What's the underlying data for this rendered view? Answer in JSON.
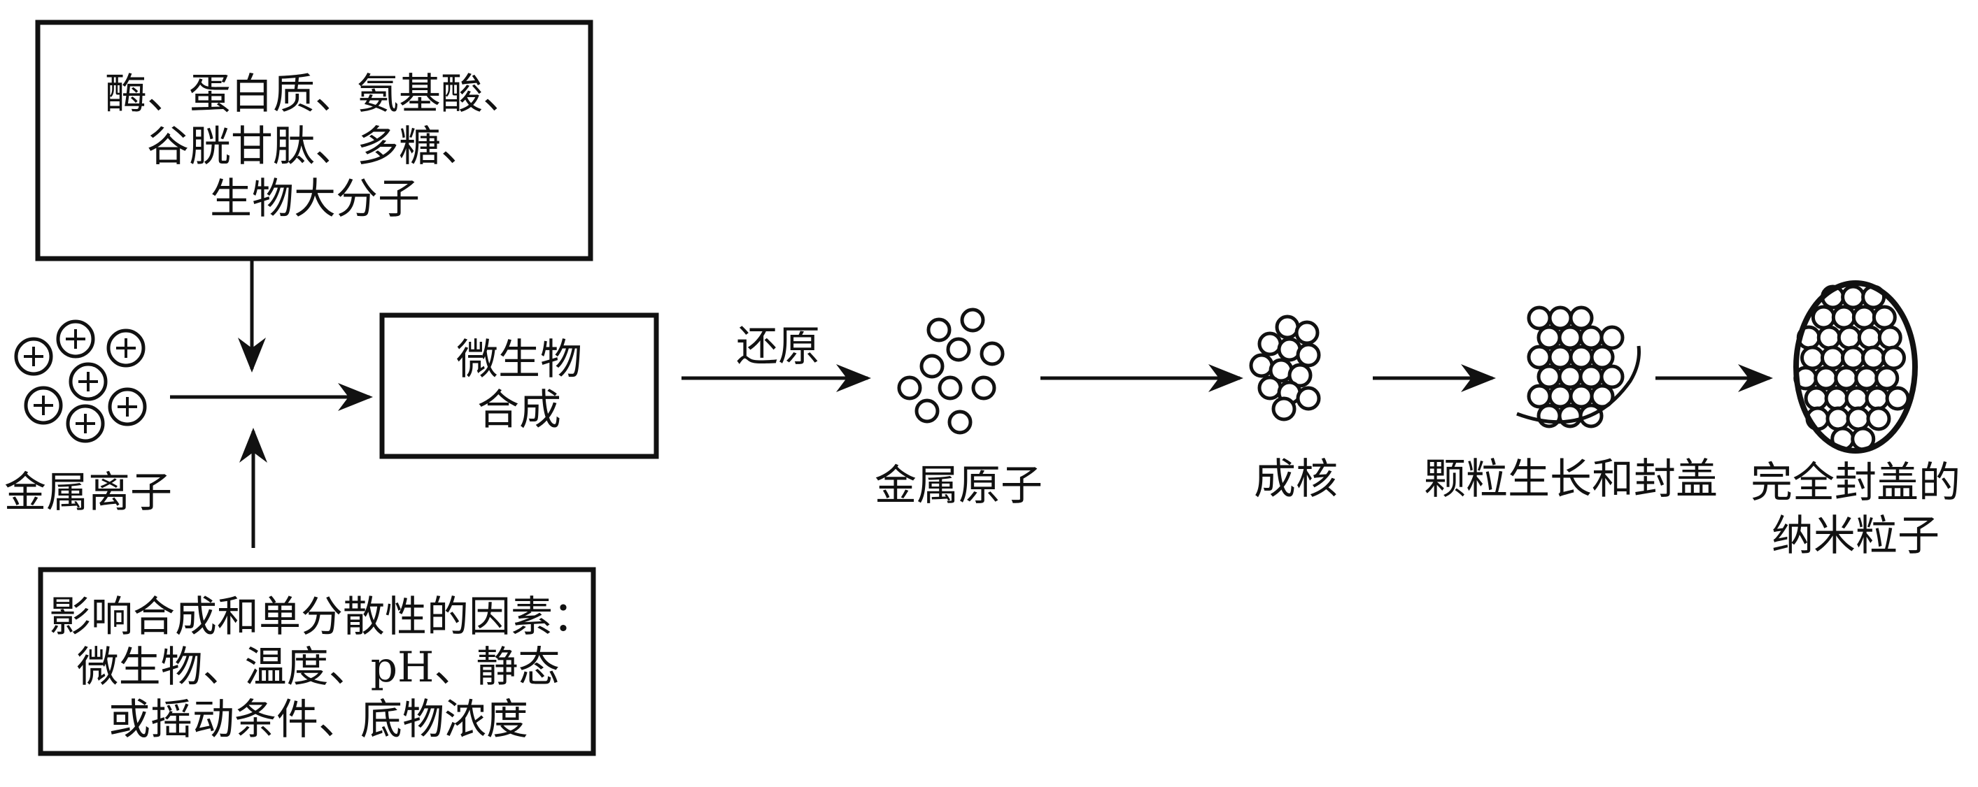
{
  "biomolecules_box": {
    "lines": [
      "酶、蛋白质、氨基酸、",
      "谷胱甘肽、多糖、",
      "生物大分子"
    ]
  },
  "factors_box": {
    "lines": [
      "影响合成和单分散性的因素：",
      "微生物、温度、pH、静态",
      "或摇动条件、底物浓度"
    ]
  },
  "synthesis_box": {
    "lines": [
      "微生物",
      "合成"
    ]
  },
  "metal_ions_label": "金属离子",
  "reduction_label": "还原",
  "stages": {
    "metal_atoms": "金属原子",
    "nucleation": "成核",
    "growth_capping": "颗粒生长和封盖",
    "fully_capped": [
      "完全封盖的",
      "纳米粒子"
    ]
  }
}
